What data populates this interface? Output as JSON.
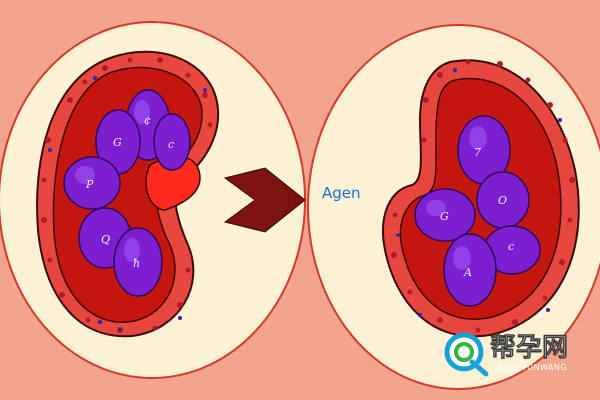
{
  "image": {
    "background_color": "#f3a48e",
    "panel_color": "#fbf2d6",
    "outline_color": "#d63a2a",
    "wall_color": "#e8473f",
    "inner_color": "#c4160e",
    "blob_color": "#7b1fd0",
    "arrow_color": "#7d1310"
  },
  "labels": {
    "center_text": "Agen",
    "left_blobs": [
      "G",
      "¢",
      "c",
      "P",
      "Q",
      "ħ"
    ],
    "right_blobs": [
      "7",
      "G",
      "O",
      "c",
      "A"
    ]
  },
  "watermark": {
    "logo": "帮孕网",
    "subtitle": "BANGYUNWANG"
  }
}
